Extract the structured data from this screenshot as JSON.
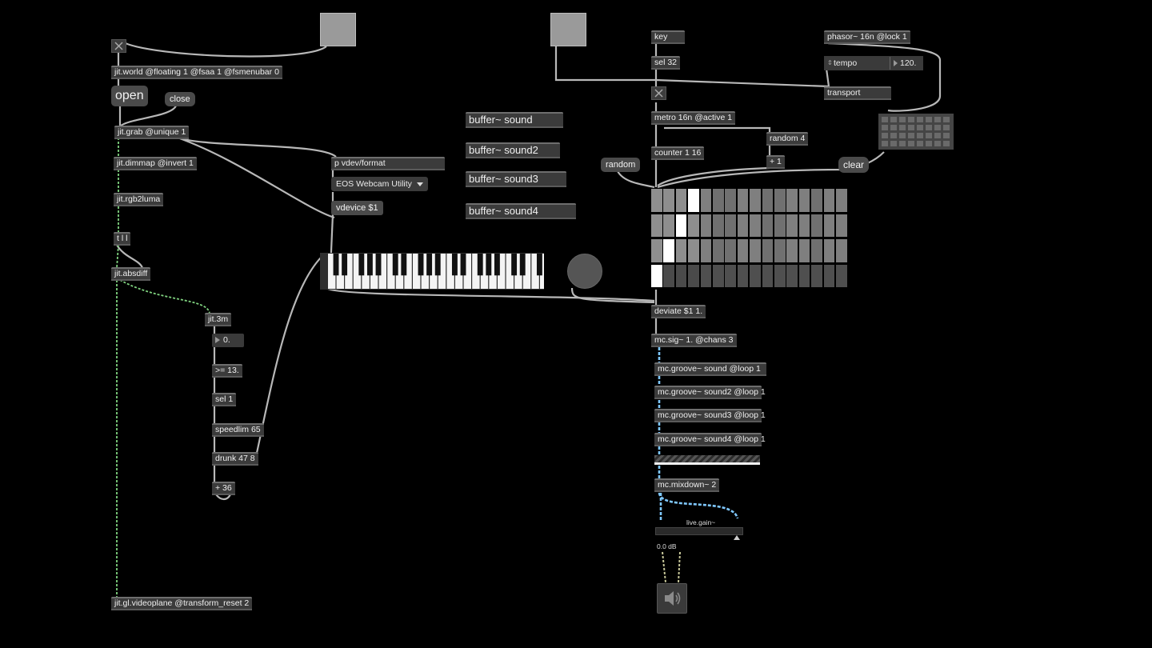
{
  "left_chain": {
    "jit_world": "jit.world @floating 1 @fsaa 1 @fsmenubar 0",
    "open_msg": "open",
    "close_msg": "close",
    "jit_grab": "jit.grab @unique 1",
    "jit_dimmap": "jit.dimmap @invert 1",
    "jit_rgb2luma": "jit.rgb2luma",
    "trigger": "t l l",
    "jit_absdiff": "jit.absdiff",
    "jit_3m": "jit.3m",
    "number_value": "0.",
    "compare": ">= 13.",
    "sel_1": "sel 1",
    "speedlim": "speedlim 65",
    "drunk": "drunk 47 8",
    "plus_36": "+ 36",
    "jit_gl_videoplane": "jit.gl.videoplane @transform_reset 2"
  },
  "video_device": {
    "p_vdev": "p vdev/format",
    "menu_value": "EOS Webcam Utility",
    "vdevice_msg": "vdevice $1"
  },
  "buffers": [
    "buffer~ sound",
    "buffer~ sound2",
    "buffer~ sound3",
    "buffer~ sound4"
  ],
  "sequencer": {
    "key": "key",
    "sel_32": "sel 32",
    "metro": "metro 16n @active 1",
    "counter": "counter 1 16",
    "random_msg": "random",
    "random_4": "random 4",
    "plus_1": "+ 1",
    "clear_msg": "clear",
    "phasor": "phasor~ 16n @lock 1",
    "tempo_label": "tempo",
    "tempo_value": "120.",
    "transport": "transport",
    "deviate": "deviate $1 1.",
    "mc_sig": "mc.sig~ 1. @chans 3",
    "groove1": "mc.groove~ sound @loop 1",
    "groove2": "mc.groove~ sound2 @loop 1",
    "groove3": "mc.groove~ sound3 @loop 1",
    "groove4": "mc.groove~ sound4 @loop 1",
    "mixdown": "mc.mixdown~ 2",
    "gain_label": "live.gain~",
    "gain_value": "0.0 dB"
  },
  "step_grid": {
    "columns": 16,
    "rows": 4,
    "active": [
      [
        0,
        3
      ],
      [
        1,
        2
      ],
      [
        2,
        1
      ],
      [
        3,
        0
      ]
    ]
  },
  "colors": {
    "background": "#000000",
    "object_fill": "#3b3b3b",
    "cord": "#b8b8b8",
    "signal_cord": "#7fc8ff",
    "matrix_cord": "#7fd27f"
  },
  "icons": [
    "toggle-x-icon",
    "speaker-icon",
    "dropdown-arrow-icon",
    "number-triangle-icon"
  ]
}
